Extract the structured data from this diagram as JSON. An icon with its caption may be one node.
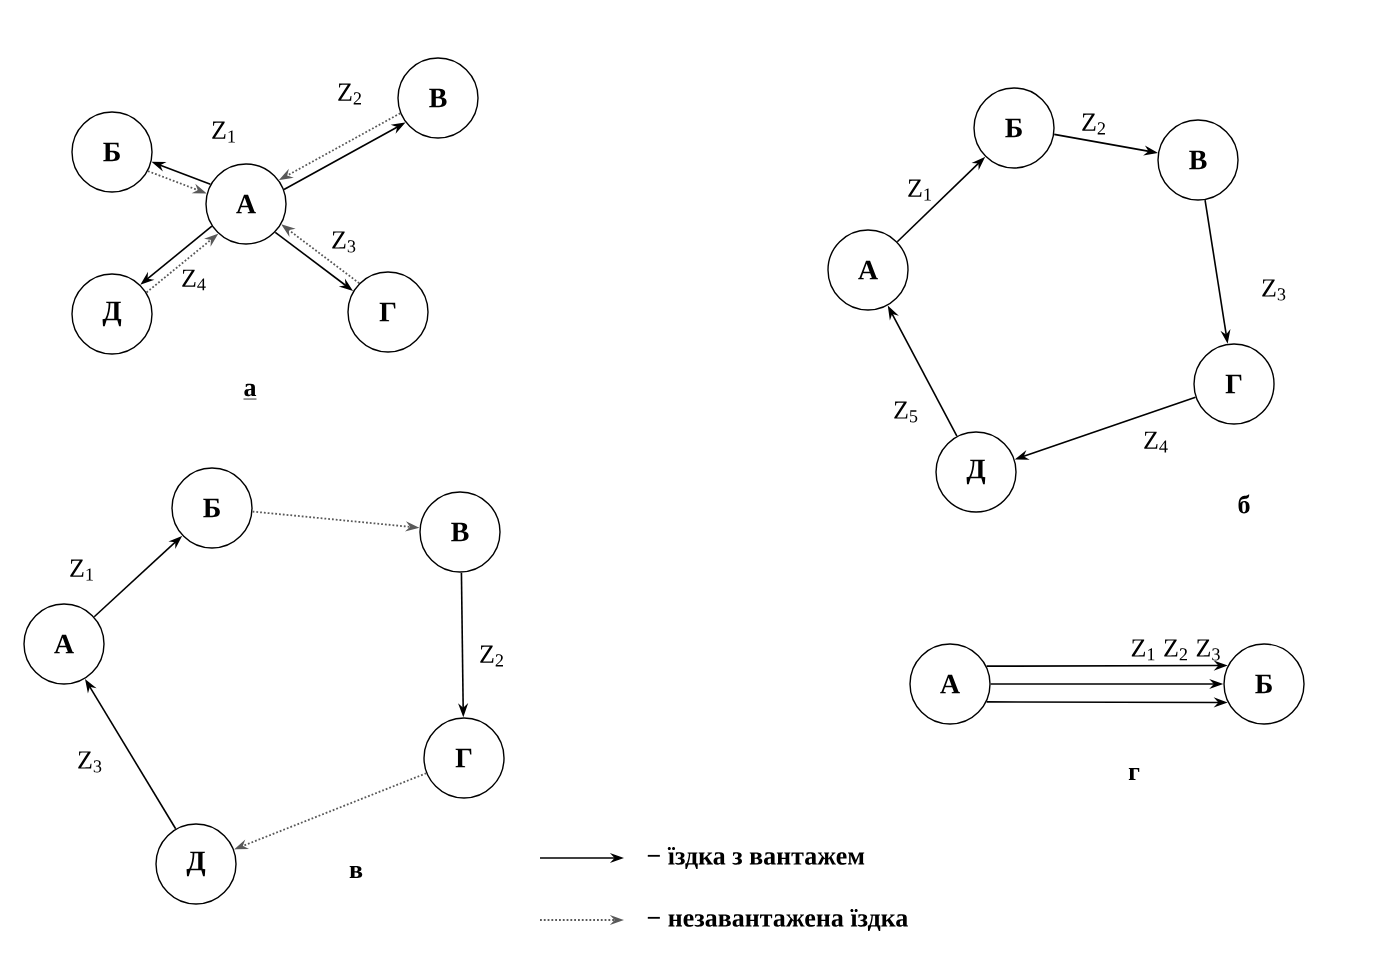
{
  "diagram": {
    "nodes": [
      {
        "text": [
          "А"
        ]
      },
      {
        "text": [
          "Б"
        ]
      },
      {
        "text": [
          "В"
        ]
      },
      {
        "text": [
          "Д"
        ]
      },
      {
        "text": [
          "Г"
        ]
      },
      {
        "text": [
          "А"
        ]
      },
      {
        "text": [
          "Б"
        ]
      },
      {
        "text": [
          "В"
        ]
      },
      {
        "text": [
          "Г"
        ]
      },
      {
        "text": [
          "Д"
        ]
      },
      {
        "text": [
          "Б"
        ]
      },
      {
        "text": [
          "В"
        ]
      },
      {
        "text": [
          "А"
        ]
      },
      {
        "text": [
          "Г"
        ]
      },
      {
        "text": [
          "Д"
        ]
      },
      {
        "text": [
          "А"
        ]
      },
      {
        "text": [
          "Б"
        ]
      }
    ],
    "edges": [
      {
        "from": 0,
        "to": 1,
        "arrow": "to",
        "label": "Z$_{1}$"
      },
      {
        "from": 1,
        "to": 0,
        "arrow": "to",
        "style": "dashed"
      },
      {
        "from": 0,
        "to": 2,
        "arrow": "to",
        "label": "Z$_{2}$"
      },
      {
        "from": 2,
        "to": 0,
        "arrow": "to",
        "style": "dashed"
      },
      {
        "from": 0,
        "to": 4,
        "arrow": "to",
        "label": "Z$_{3}$"
      },
      {
        "from": 4,
        "to": 0,
        "arrow": "to",
        "style": "dashed"
      },
      {
        "from": 0,
        "to": 3,
        "arrow": "to",
        "label": "Z$_{4}$"
      },
      {
        "from": 3,
        "to": 0,
        "arrow": "to",
        "style": "dashed"
      },
      {
        "from": 5,
        "to": 6,
        "arrow": "to",
        "label": "Z$_{1}$"
      },
      {
        "from": 6,
        "to": 7,
        "arrow": "to",
        "label": "Z$_{2}$"
      },
      {
        "from": 7,
        "to": 8,
        "arrow": "to",
        "label": "Z$_{3}$"
      },
      {
        "from": 8,
        "to": 9,
        "arrow": "to",
        "label": "Z$_{4}$"
      },
      {
        "from": 9,
        "to": 5,
        "arrow": "to",
        "label": "Z$_{5}$"
      },
      {
        "from": 12,
        "to": 10,
        "arrow": "to",
        "label": "Z$_{1}$"
      },
      {
        "from": 10,
        "to": 11,
        "arrow": "to",
        "style": "dashed"
      },
      {
        "from": 11,
        "to": 13,
        "arrow": "to",
        "label": "Z$_{2}$"
      },
      {
        "from": 13,
        "to": 14,
        "arrow": "to",
        "style": "dashed"
      },
      {
        "from": 14,
        "to": 12,
        "arrow": "to",
        "label": "Z$_{3}$"
      },
      {
        "from": 15,
        "to": 16,
        "arrow": "to",
        "label": "Z$_{1}$ Z$_{2}$ Z$_{3}$"
      },
      {
        "from": 15,
        "to": 16,
        "arrow": "to"
      },
      {
        "from": 15,
        "to": 16,
        "arrow": "to"
      }
    ],
    "labels": [
      "а",
      "б",
      "в",
      "г"
    ],
    "legend": [
      {
        "text": "− їздка з вантажем"
      },
      {
        "text": "− незавантажена їздка"
      }
    ]
  }
}
